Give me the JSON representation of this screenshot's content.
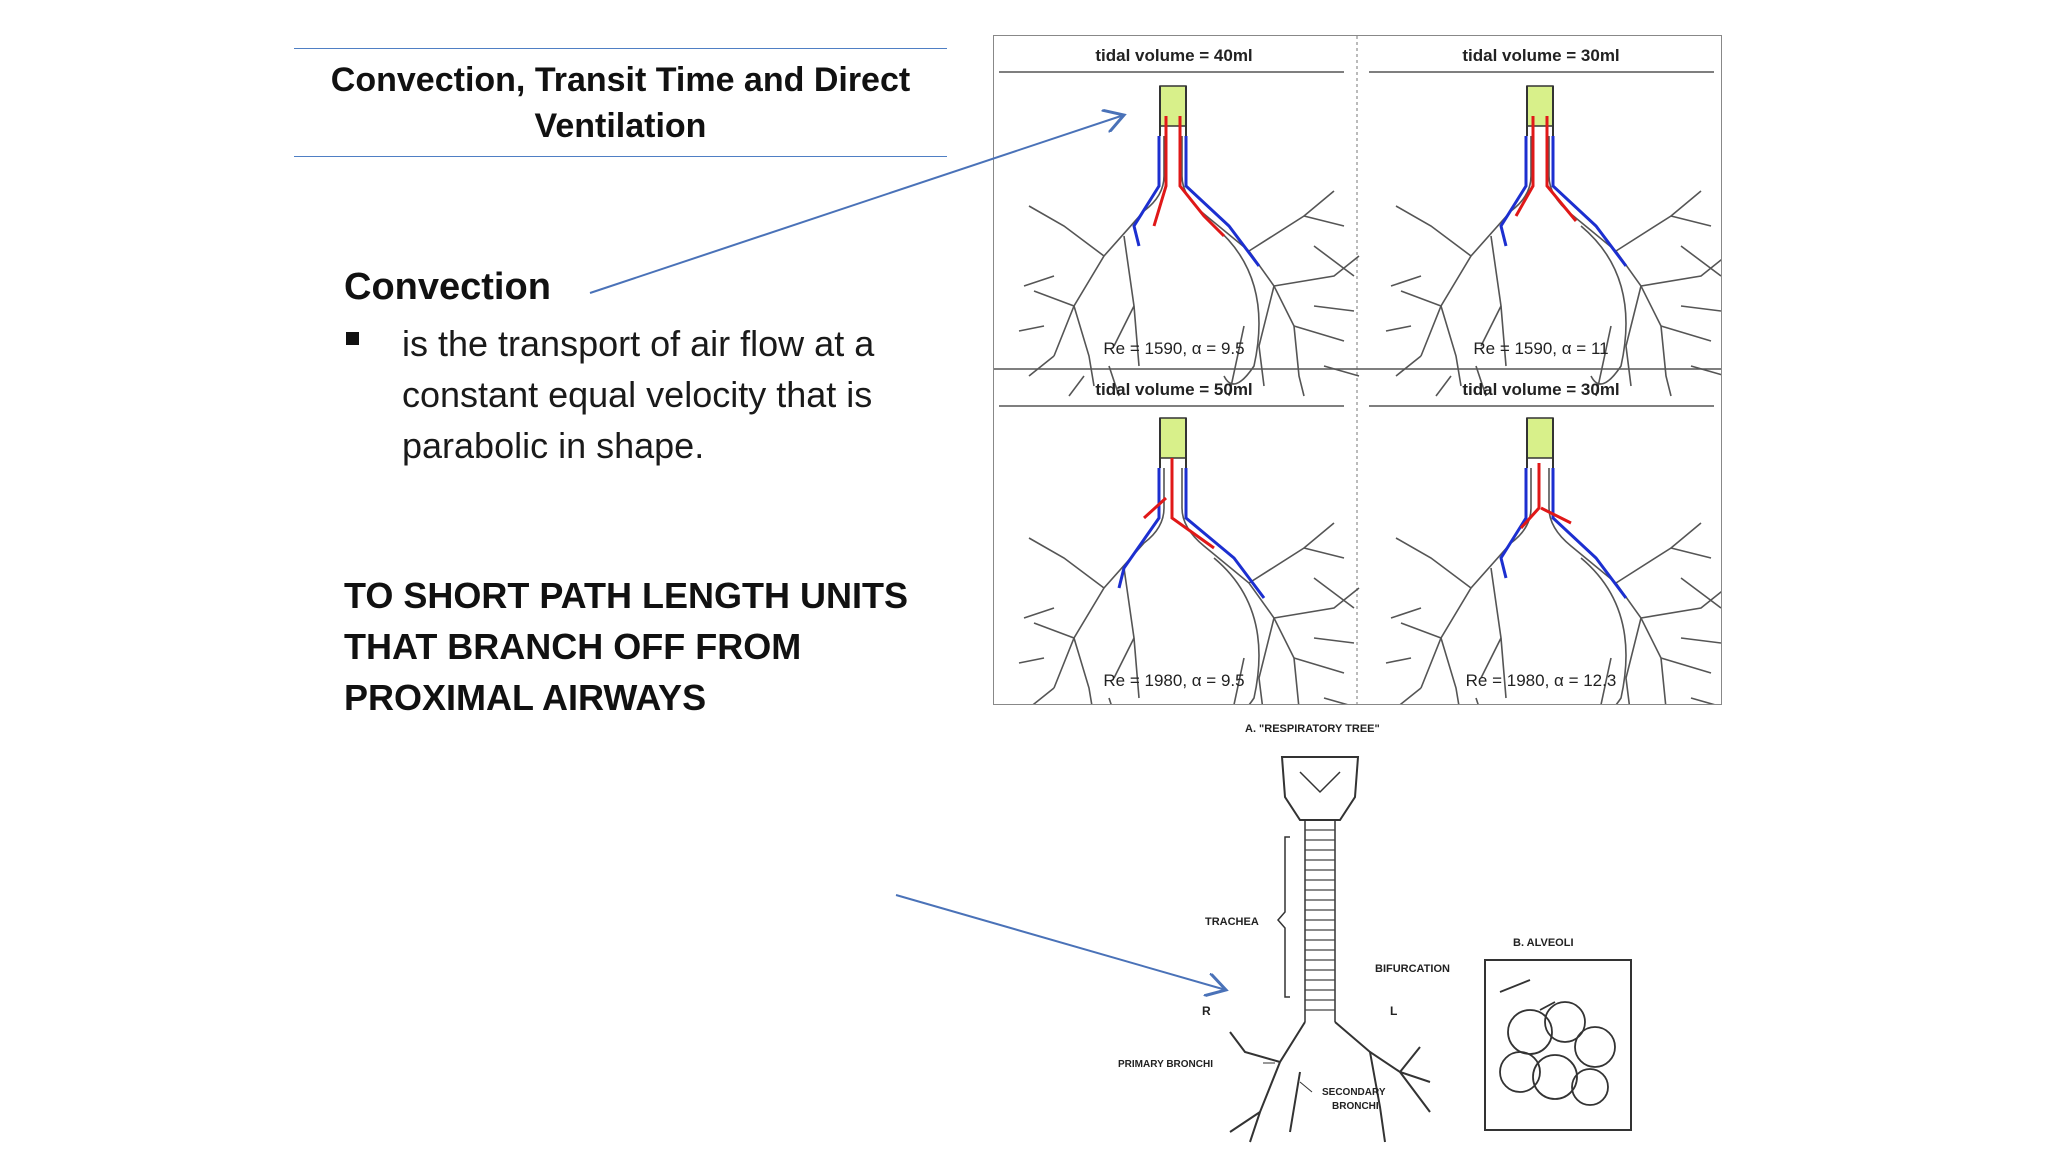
{
  "slide": {
    "title": "Convection, Transit Time and Direct Ventilation",
    "heading": "Convection",
    "bullet": "is the transport of air flow at a constant equal velocity that is parabolic in shape.",
    "caps_text": "TO SHORT PATH LENGTH UNITS THAT BRANCH OFF FROM PROXIMAL AIRWAYS"
  },
  "figure_top": {
    "panels": [
      {
        "header": "tidal volume = 40ml",
        "footer": "Re = 1590, α = 9.5"
      },
      {
        "header": "tidal volume = 30ml",
        "footer": "Re = 1590, α = 11"
      },
      {
        "header": "tidal volume = 50ml",
        "footer": "Re = 1980, α = 9.5"
      },
      {
        "header": "tidal volume = 30ml",
        "footer": "Re = 1980, α = 12.3"
      }
    ]
  },
  "figure_bottom": {
    "title_a": "A.  \"RESPIRATORY  TREE\"",
    "title_b": "B.  ALVEOLI",
    "labels": {
      "trachea": "TRACHEA",
      "bifurcation": "BIFURCATION",
      "r": "R",
      "l": "L",
      "primary": "PRIMARY  BRONCHI",
      "secondary_1": "SECONDARY",
      "secondary_2": "BRONCHI"
    }
  },
  "colors": {
    "arrow": "#4a72b8",
    "rule": "#4f7fc4",
    "red": "#e01818",
    "blue": "#1c2fd0",
    "green": "#c8e86a"
  }
}
